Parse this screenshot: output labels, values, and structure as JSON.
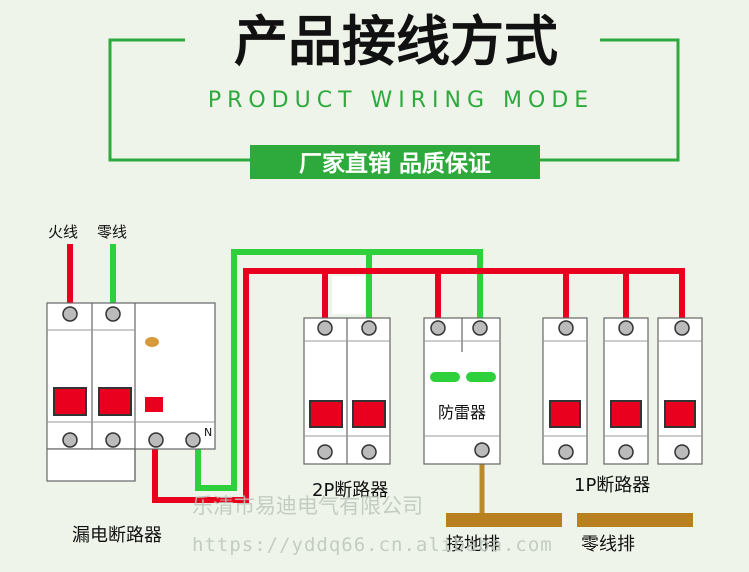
{
  "header": {
    "title": "产品接线方式",
    "subtitle": "PRODUCT WIRING MODE",
    "badge": "厂家直销 品质保证"
  },
  "labels": {
    "live": "火线",
    "neutral": "零线",
    "n_terminal": "N",
    "rcd": "漏电断路器",
    "breaker_2p": "2P断路器",
    "surge": "防雷器",
    "breaker_1p": "1P断路器",
    "ground_bar": "接地排",
    "neutral_bar": "零线排"
  },
  "watermark": {
    "line1": "乐清市易迪电气有限公司",
    "line2": "https://yddq66.cn.alibaba.com"
  },
  "colors": {
    "accent_green": "#2eaa3c",
    "live_red": "#e8001e",
    "neutral_green": "#2ed03c",
    "ground_brown": "#b88a2c",
    "bar_brown": "#b8801e"
  }
}
